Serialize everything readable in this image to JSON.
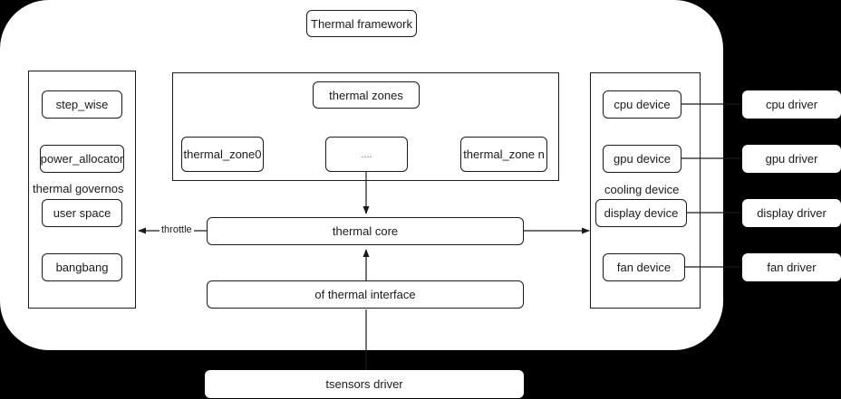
{
  "diagram": {
    "title_box": {
      "label": "Thermal framework"
    },
    "governors": {
      "group_label": "thermal governos",
      "items": [
        {
          "label": "step_wise"
        },
        {
          "label": "power_allocator"
        },
        {
          "label": "user space"
        },
        {
          "label": "bangbang"
        }
      ]
    },
    "thermal_zones": {
      "header": {
        "label": "thermal zones"
      },
      "items": [
        {
          "label": "thermal_zone0"
        },
        {
          "label": "...."
        },
        {
          "label": "thermal_zone n"
        }
      ]
    },
    "cooling_devices": {
      "group_label": "cooling device",
      "items": [
        {
          "label": "cpu device"
        },
        {
          "label": "gpu device"
        },
        {
          "label": "display device"
        },
        {
          "label": "fan device"
        }
      ]
    },
    "drivers": [
      {
        "label": "cpu driver"
      },
      {
        "label": "gpu driver"
      },
      {
        "label": "display driver"
      },
      {
        "label": "fan driver"
      }
    ],
    "core": {
      "label": "thermal core"
    },
    "of_interface": {
      "label": "of thermal interface"
    },
    "sensors": {
      "label": "tsensors driver"
    },
    "edges": [
      {
        "label": "throttle",
        "from": "thermal core",
        "to": "thermal governos"
      }
    ],
    "colors": {
      "background": "#000000",
      "panel": "#ffffff",
      "stroke": "#1a1a1a",
      "text": "#1a1a1a"
    }
  }
}
